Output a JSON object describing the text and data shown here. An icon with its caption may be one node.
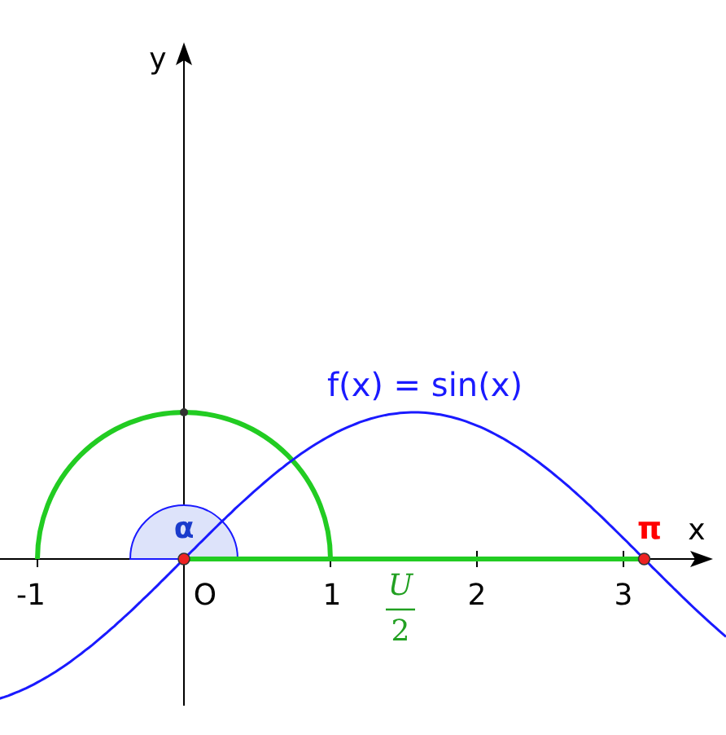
{
  "diagram": {
    "labels": [
      "y",
      "f(x) = sin(x)",
      "α",
      "π",
      "x",
      "-1",
      "O",
      "1",
      "U",
      "2",
      "3",
      "2"
    ]
  }
}
